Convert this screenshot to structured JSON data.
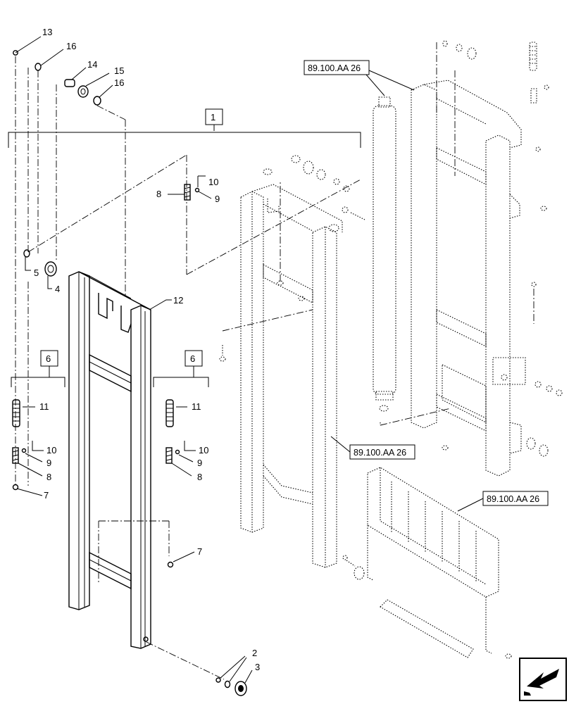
{
  "callouts": {
    "n13": "13",
    "n16a": "16",
    "n14": "14",
    "n15": "15",
    "n16b": "16",
    "n1": "1",
    "n10a": "10",
    "n8a": "8",
    "n9a": "9",
    "n5": "5",
    "n4": "4",
    "n12": "12",
    "n6a": "6",
    "n6b": "6",
    "n11a": "11",
    "n10b": "10",
    "n9b": "9",
    "n8b": "8",
    "n7a": "7",
    "n11b": "11",
    "n10c": "10",
    "n9c": "9",
    "n8c": "8",
    "n7b": "7",
    "n2": "2",
    "n3": "3"
  },
  "references": {
    "ref_cylinder": "89.100.AA 26",
    "ref_middle_mast": "89.100.AA 26",
    "ref_backrest": "89.100.AA 26"
  },
  "icons": {
    "nav_arrow": "arrow-icon"
  }
}
